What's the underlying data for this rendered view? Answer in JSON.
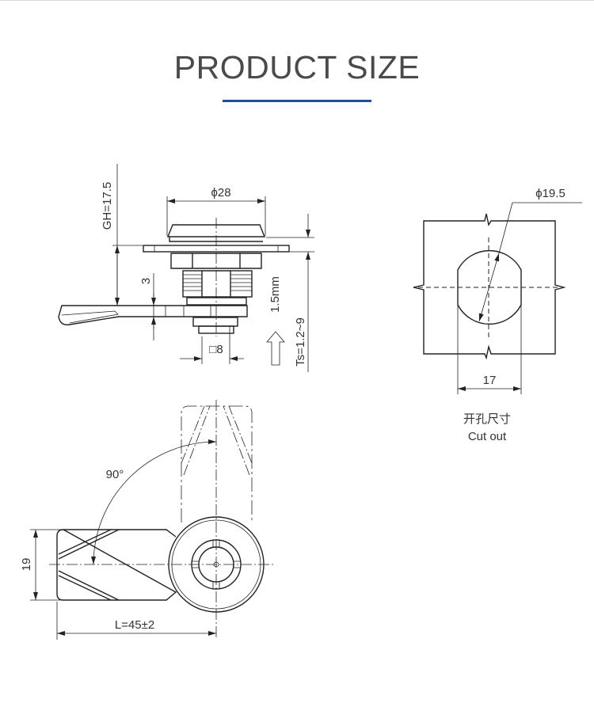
{
  "header": {
    "title": "PRODUCT SIZE",
    "accent_color": "#1f4e9a"
  },
  "side_view": {
    "dim_diameter": "ϕ28",
    "dim_gh": "GH=17.5",
    "dim_cam_thickness": "3",
    "dim_square": "□8",
    "dim_panel": "1.5mm",
    "dim_ts": "Ts=1.2~9"
  },
  "cutout_view": {
    "dim_diameter": "ϕ19.5",
    "dim_flat": "17",
    "caption_cn": "开孔尺寸",
    "caption_en": "Cut out"
  },
  "front_view": {
    "dim_angle": "90°",
    "dim_width": "19",
    "dim_length": "L=45±2"
  }
}
